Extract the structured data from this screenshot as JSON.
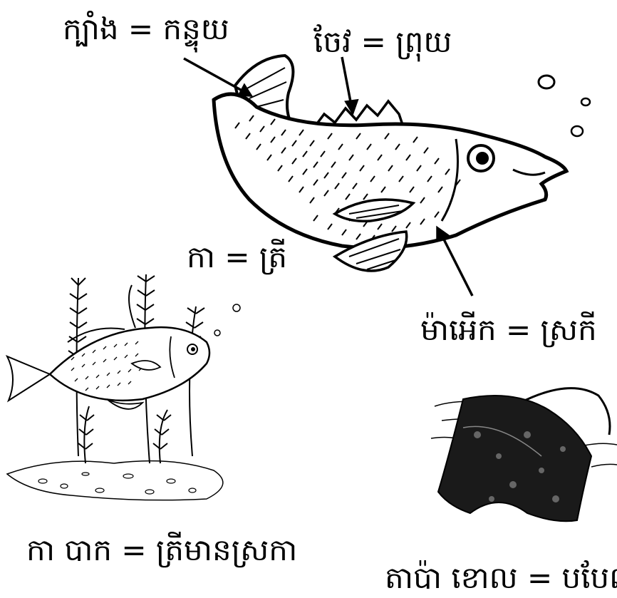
{
  "labels": {
    "gill": "ក្បាំង = កន្ទុយ",
    "fin": "ចែវ = ព្រុយ",
    "fish": "កា = ត្រី",
    "belly": "ម៉ាអើក = ស្រកី",
    "bass": "កា បាក = ត្រីមានស្រកា",
    "ray": "តាប៉ា ខោល = បបែល"
  }
}
